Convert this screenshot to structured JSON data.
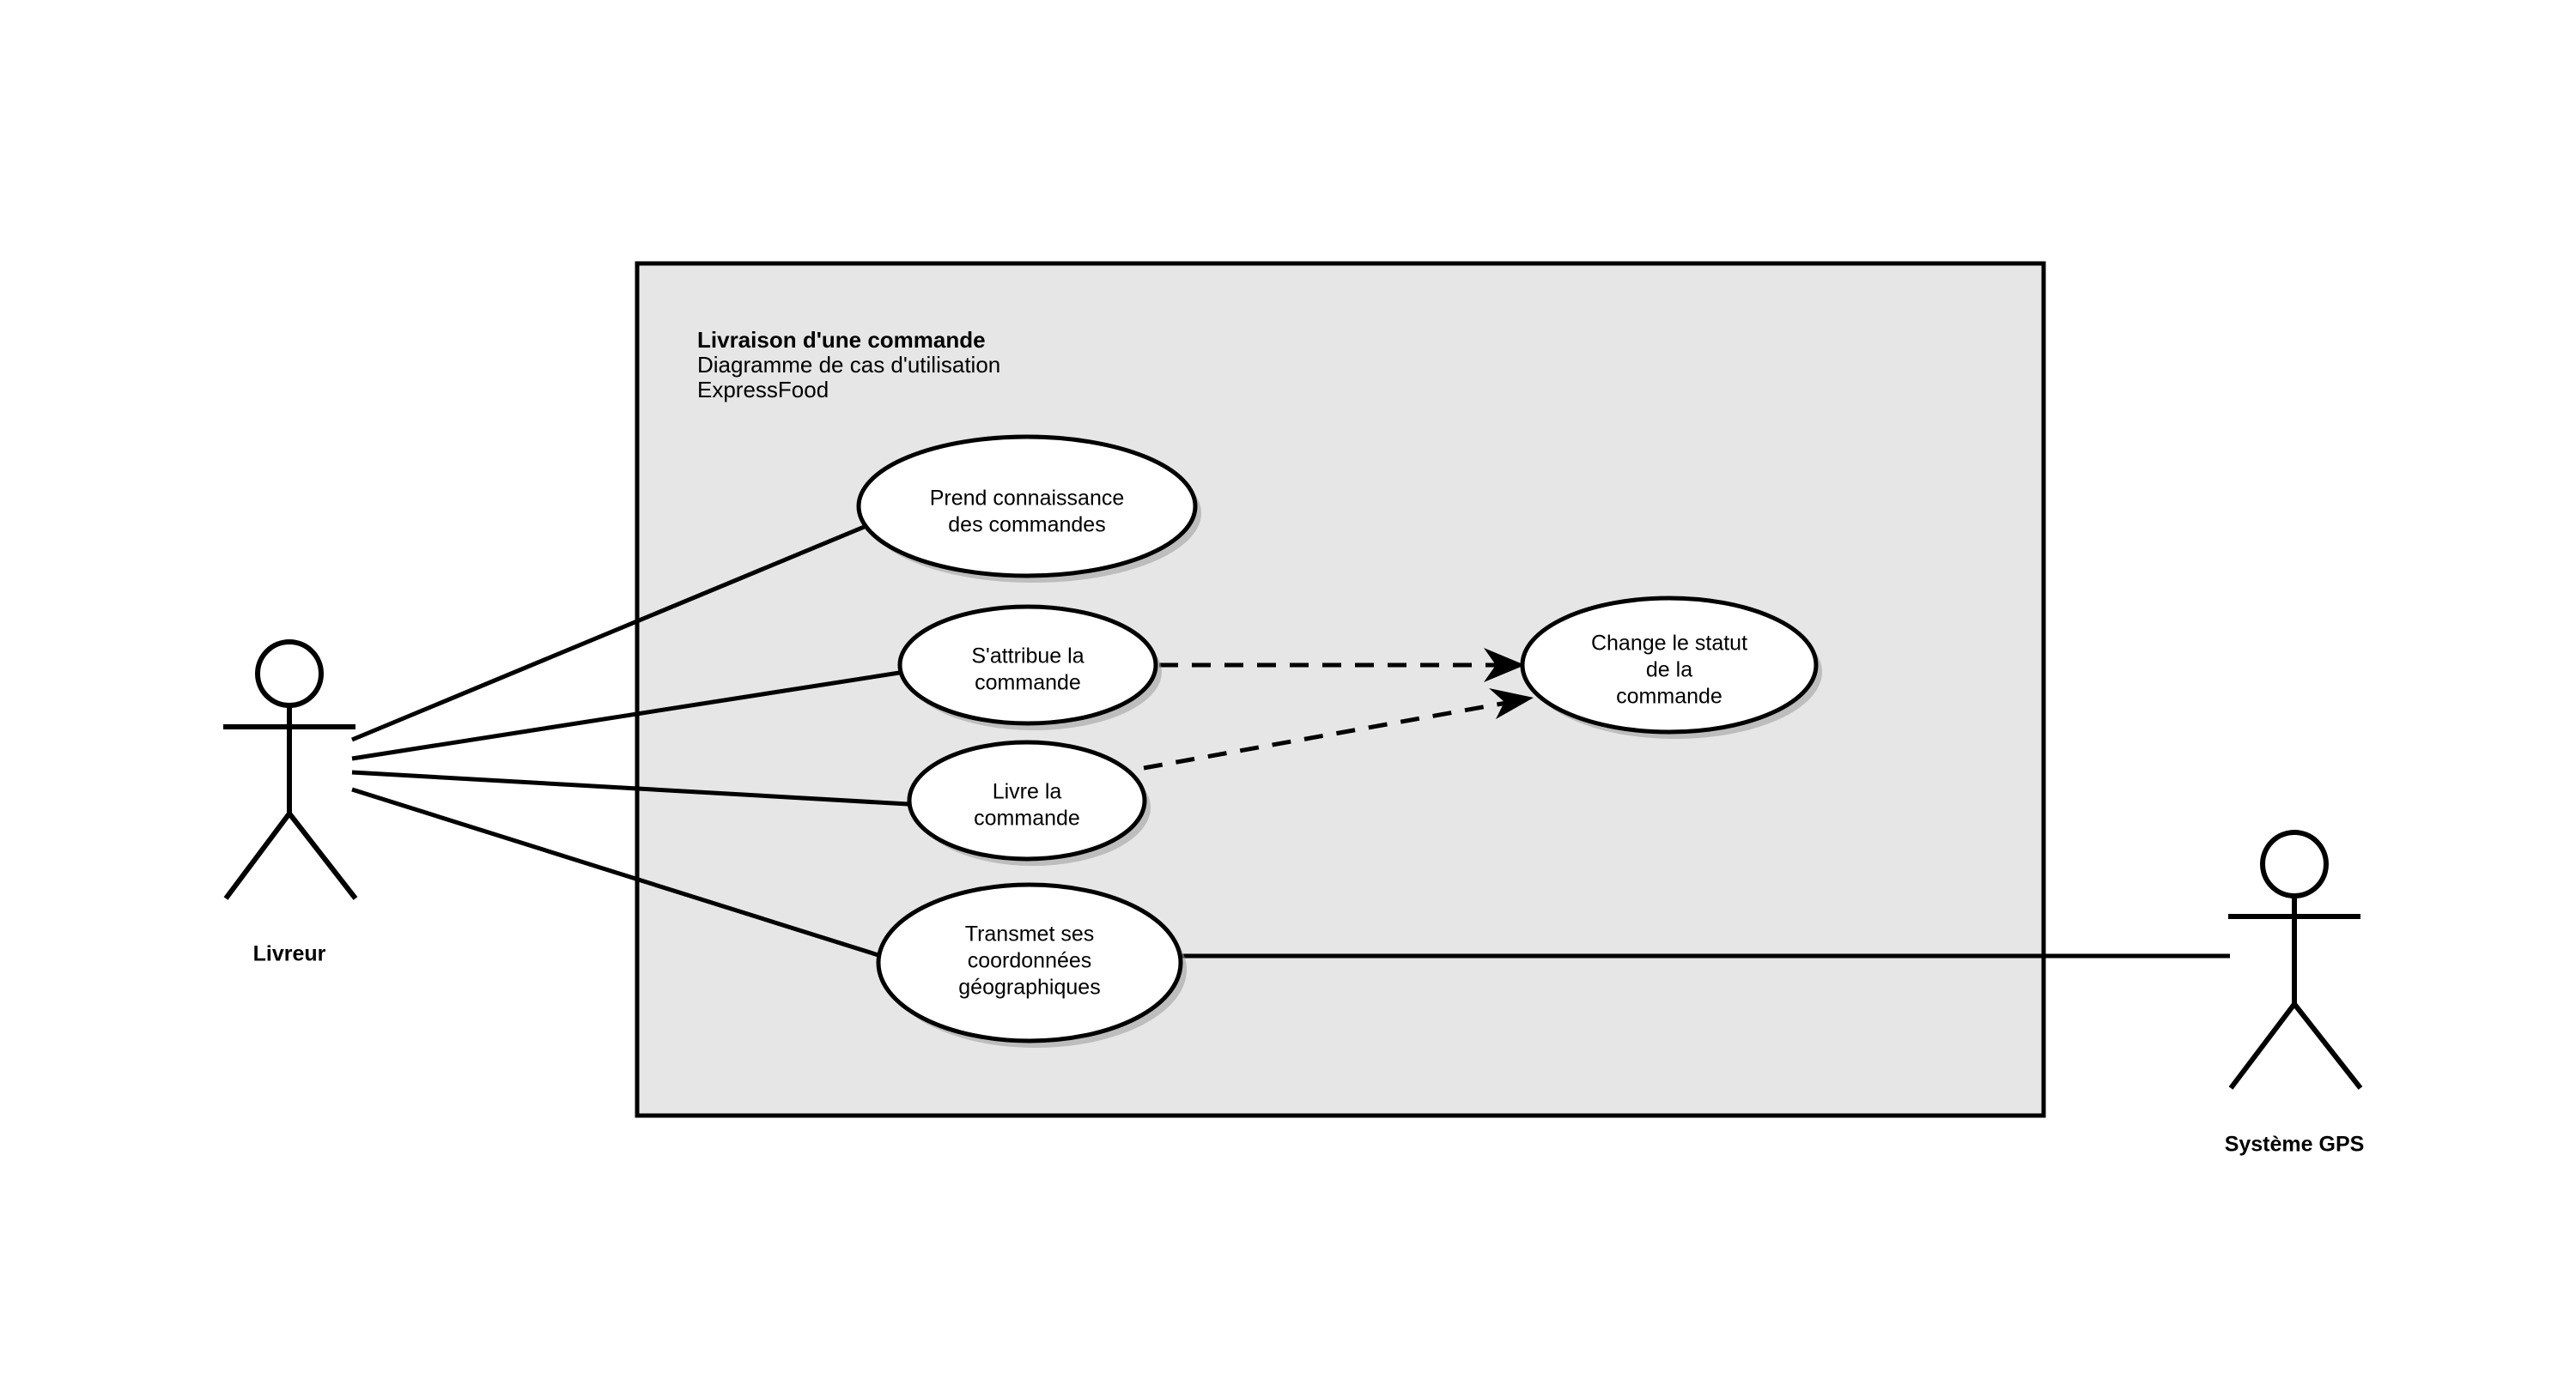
{
  "diagram": {
    "kind": "uml-use-case-diagram",
    "background_color": "#ffffff",
    "boundary": {
      "fill_color": "#e6e6e6",
      "border_color": "#000000",
      "title_line1": "Livraison d'une commande",
      "title_line2": "Diagramme de cas d'utilisation",
      "title_line3": "ExpressFood"
    },
    "actors": [
      {
        "id": "livreur",
        "label": "Livreur",
        "position": "left-outside-boundary"
      },
      {
        "id": "systeme-gps",
        "label": "Système GPS",
        "position": "right-outside-boundary"
      }
    ],
    "use_cases": [
      {
        "id": "uc1",
        "lines": [
          "Prend connaissance",
          "des commandes"
        ]
      },
      {
        "id": "uc2",
        "lines": [
          "S'attribue la",
          "commande"
        ]
      },
      {
        "id": "uc3",
        "lines": [
          "Livre la",
          "commande"
        ]
      },
      {
        "id": "uc4",
        "lines": [
          "Transmet ses",
          "coordonnées",
          "géographiques"
        ]
      },
      {
        "id": "uc5",
        "lines": [
          "Change le statut",
          "de la",
          "commande"
        ]
      }
    ],
    "associations": [
      {
        "from": "livreur",
        "to": "uc1",
        "style": "solid"
      },
      {
        "from": "livreur",
        "to": "uc2",
        "style": "solid"
      },
      {
        "from": "livreur",
        "to": "uc3",
        "style": "solid"
      },
      {
        "from": "livreur",
        "to": "uc4",
        "style": "solid"
      },
      {
        "from": "uc4",
        "to": "systeme-gps",
        "style": "solid"
      }
    ],
    "dependencies": [
      {
        "from": "uc2",
        "to": "uc5",
        "style": "dashed",
        "arrow": "filled"
      },
      {
        "from": "uc3",
        "to": "uc5",
        "style": "dashed",
        "arrow": "filled"
      }
    ]
  }
}
